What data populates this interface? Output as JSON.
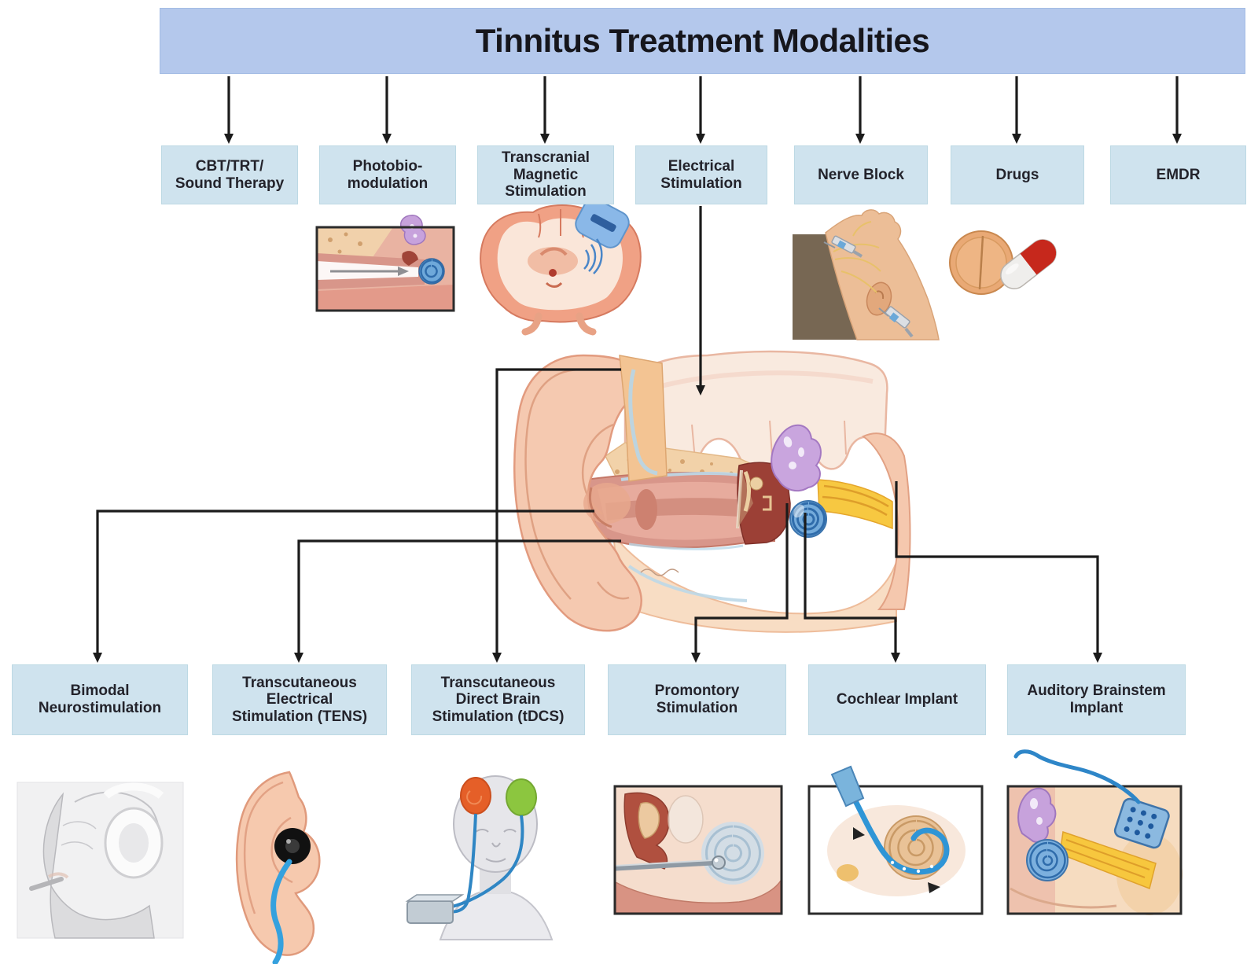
{
  "title": "Tinnitus Treatment Modalities",
  "top_row": [
    {
      "id": "cbt-trt-sound-therapy",
      "lines": [
        "CBT/TRT/",
        "Sound Therapy"
      ]
    },
    {
      "id": "photobiomodulation",
      "lines": [
        "Photobio-",
        "modulation"
      ]
    },
    {
      "id": "transcranial-magnetic-stimulation",
      "lines": [
        "Transcranial",
        "Magnetic",
        "Stimulation"
      ]
    },
    {
      "id": "electrical-stimulation",
      "lines": [
        "Electrical",
        "Stimulation"
      ]
    },
    {
      "id": "nerve-block",
      "lines": [
        "Nerve Block"
      ]
    },
    {
      "id": "drugs",
      "lines": [
        "Drugs"
      ]
    },
    {
      "id": "emdr",
      "lines": [
        "EMDR"
      ]
    }
  ],
  "bottom_row": [
    {
      "id": "bimodal-neurostimulation",
      "lines": [
        "Bimodal",
        "Neurostimulation"
      ]
    },
    {
      "id": "tens",
      "lines": [
        "Transcutaneous",
        "Electrical",
        "Stimulation (TENS)"
      ]
    },
    {
      "id": "tdcs",
      "lines": [
        "Transcutaneous",
        "Direct Brain",
        "Stimulation (tDCS)"
      ]
    },
    {
      "id": "promontory-stimulation",
      "lines": [
        "Promontory",
        "Stimulation"
      ]
    },
    {
      "id": "cochlear-implant",
      "lines": [
        "Cochlear Implant"
      ]
    },
    {
      "id": "auditory-brainstem-implant",
      "lines": [
        "Auditory Brainstem",
        "Implant"
      ]
    }
  ],
  "illustrations": {
    "ear_cross_section": "ear-cross-section-illustration",
    "photobiomodulation_image": "ear-canal-light-beam-illustration",
    "tms_image": "brain-coronal-slice-with-magnetic-coil-illustration",
    "nerve_block_image": "face-injection-syringe-illustration",
    "drugs_image": "tablet-and-capsule-illustration",
    "bimodal_image": "head-with-headphones-and-tongue-device-illustration",
    "tens_image": "ear-with-electrode-plug-and-wire-illustration",
    "tdcs_image": "head-with-scalp-electrodes-illustration",
    "promontory_image": "middle-ear-probe-illustration",
    "cochlear_implant_image": "cochlea-with-electrode-array-illustration",
    "abi_image": "brainstem-paddle-electrode-illustration"
  },
  "colors": {
    "banner_fill": "#b4c8ec",
    "box_fill": "#cfe3ee",
    "box_border": "#bdd9e4",
    "text": "#23232b",
    "connector": "#1b1b1b",
    "cochlea_blue": "#74abdb",
    "vestibular_purple": "#c9a5de",
    "nerve_yellow": "#f7c841",
    "skin_peach": "#f5c9b0"
  }
}
